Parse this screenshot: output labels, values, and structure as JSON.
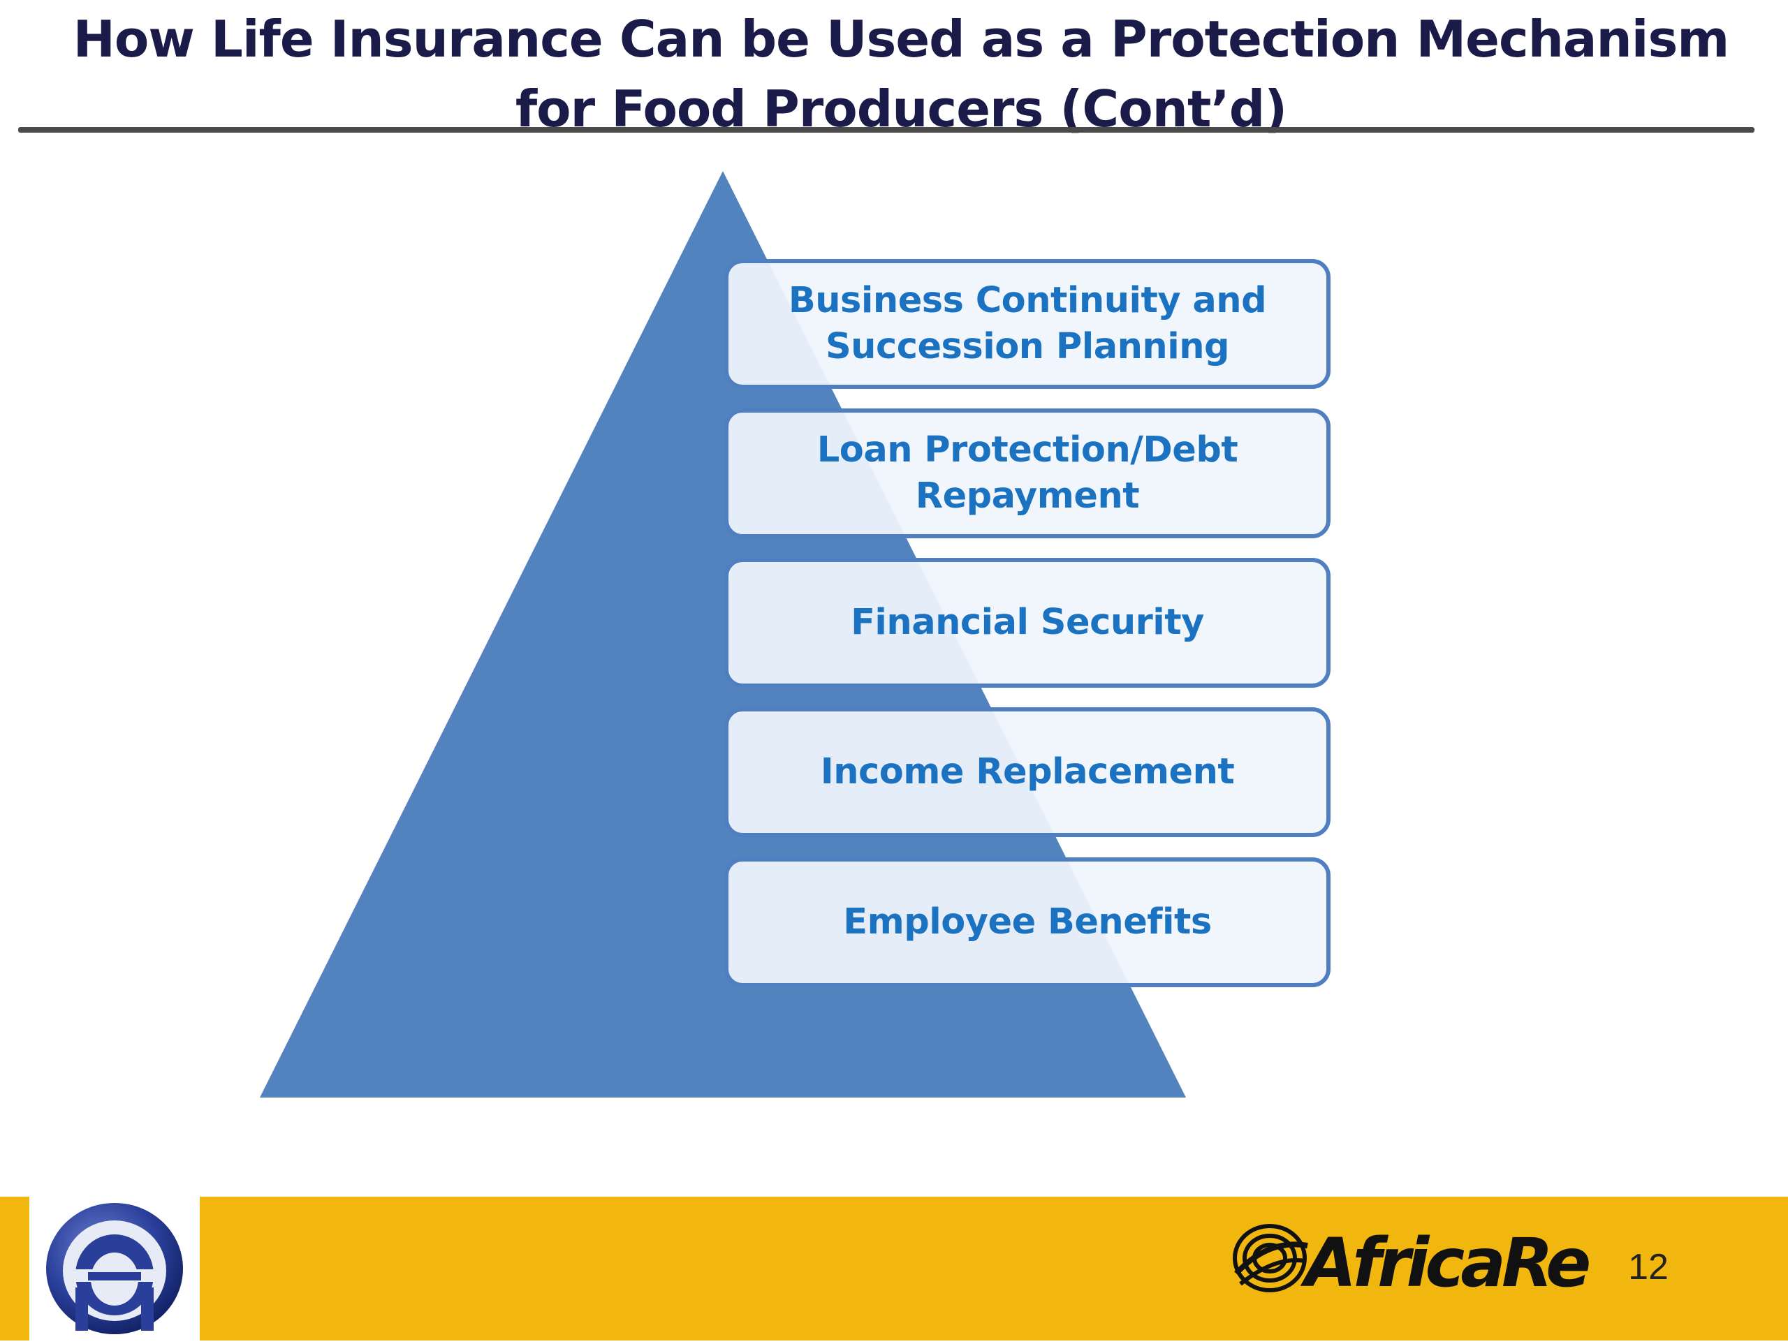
{
  "header": {
    "title": "How Life Insurance Can be Used as a Protection Mechanism for Food Producers (Cont’d)"
  },
  "diagram": {
    "levels": [
      "Business Continuity and Succession Planning",
      "Loan Protection/Debt Repayment",
      "Financial Security",
      "Income Replacement",
      "Employee Benefits"
    ]
  },
  "colors": {
    "pyramid": "#5283bf",
    "box_border": "#4f7fc0",
    "box_text": "#1b72c0",
    "footer": "#f2b70f",
    "title": "#1b1b4a"
  },
  "footer": {
    "brand_logo_text": "AfricaRe",
    "page_number": "12"
  }
}
